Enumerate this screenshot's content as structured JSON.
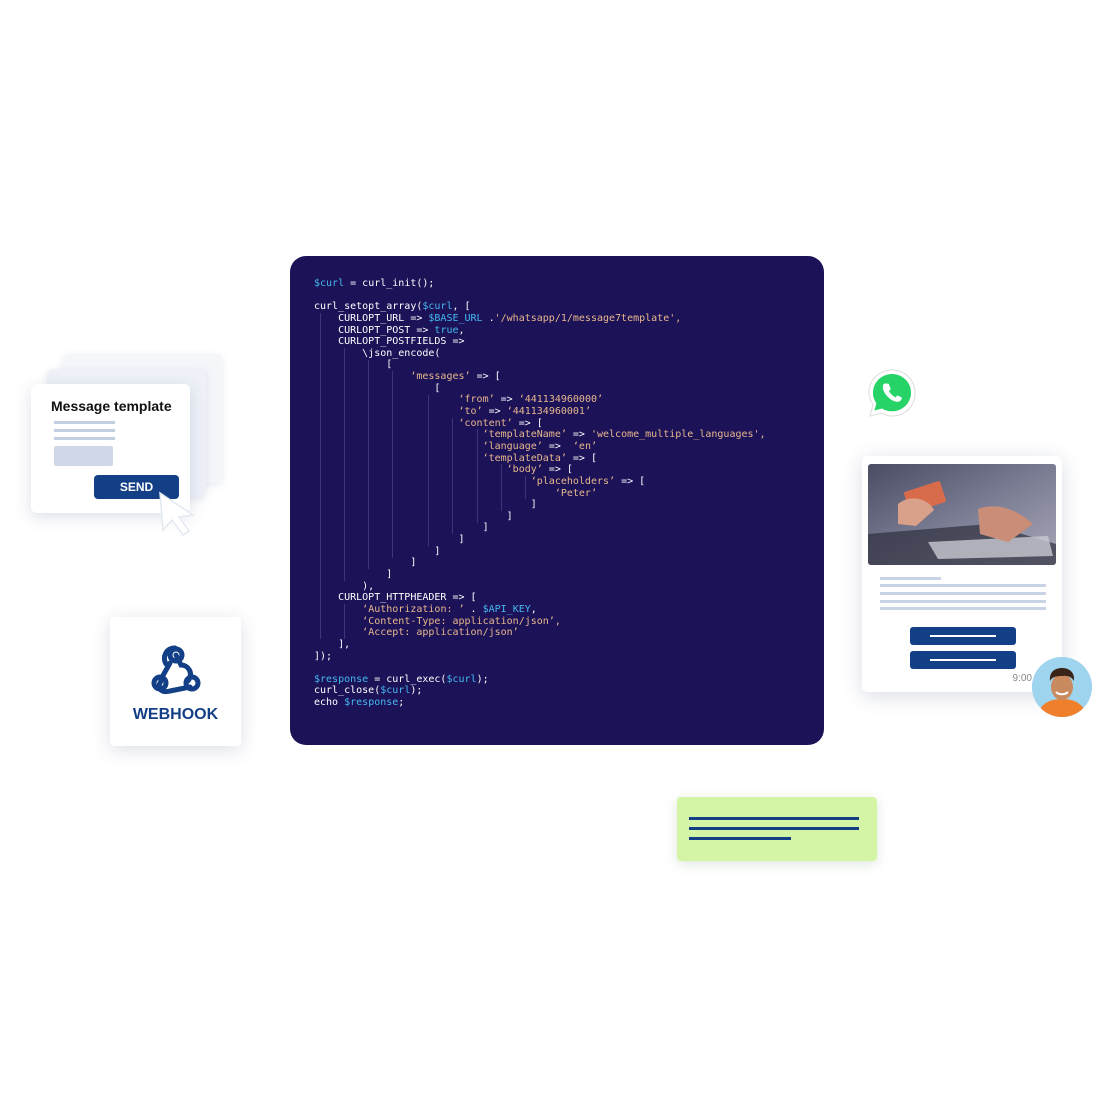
{
  "code": {
    "lines": [
      [
        {
          "t": "$curl",
          "c": "var"
        },
        {
          "t": " = curl_init();"
        }
      ],
      [],
      [
        {
          "t": "curl_setopt_array("
        },
        {
          "t": "$curl",
          "c": "var"
        },
        {
          "t": ", ["
        }
      ],
      [
        {
          "t": "    CURLOPT_URL => "
        },
        {
          "t": "$BASE_URL",
          "c": "var"
        },
        {
          "t": " ."
        },
        {
          "t": "'/whatsapp/1/message7template',",
          "c": "str"
        }
      ],
      [
        {
          "t": "    CURLOPT_POST => "
        },
        {
          "t": "true",
          "c": "var"
        },
        {
          "t": ","
        }
      ],
      [
        {
          "t": "    CURLOPT_POSTFIELDS =>"
        }
      ],
      [
        {
          "t": "        \\json_encode("
        }
      ],
      [
        {
          "t": "            ["
        }
      ],
      [
        {
          "t": "                "
        },
        {
          "t": "‘messages’",
          "c": "str"
        },
        {
          "t": " => ["
        }
      ],
      [
        {
          "t": "                    ["
        }
      ],
      [
        {
          "t": "                        "
        },
        {
          "t": "‘from’",
          "c": "str"
        },
        {
          "t": " => "
        },
        {
          "t": "‘441134960000’",
          "c": "str"
        }
      ],
      [
        {
          "t": "                        "
        },
        {
          "t": "‘to’",
          "c": "str"
        },
        {
          "t": " => "
        },
        {
          "t": "‘441134960001’",
          "c": "str"
        }
      ],
      [
        {
          "t": "                        "
        },
        {
          "t": "‘content’",
          "c": "str"
        },
        {
          "t": " => ["
        }
      ],
      [
        {
          "t": "                            "
        },
        {
          "t": "‘templateName’",
          "c": "str"
        },
        {
          "t": " => "
        },
        {
          "t": "'welcome_multiple_languages',",
          "c": "str"
        }
      ],
      [
        {
          "t": "                            "
        },
        {
          "t": "‘language’",
          "c": "str"
        },
        {
          "t": " =>  "
        },
        {
          "t": "‘en’",
          "c": "str"
        }
      ],
      [
        {
          "t": "                            "
        },
        {
          "t": "‘templateData’",
          "c": "str"
        },
        {
          "t": " => ["
        }
      ],
      [
        {
          "t": "                                "
        },
        {
          "t": "‘body’",
          "c": "str"
        },
        {
          "t": " => ["
        }
      ],
      [
        {
          "t": "                                    "
        },
        {
          "t": "‘placeholders’",
          "c": "str"
        },
        {
          "t": " => ["
        }
      ],
      [
        {
          "t": "                                        "
        },
        {
          "t": "‘Peter’",
          "c": "str"
        }
      ],
      [
        {
          "t": "                                    ]"
        }
      ],
      [
        {
          "t": "                                ]"
        }
      ],
      [
        {
          "t": "                            ]"
        }
      ],
      [
        {
          "t": "                        ]"
        }
      ],
      [
        {
          "t": "                    ]"
        }
      ],
      [
        {
          "t": "                ]"
        }
      ],
      [
        {
          "t": "            ]"
        }
      ],
      [
        {
          "t": "        ),"
        }
      ],
      [
        {
          "t": "    CURLOPT_HTTPHEADER => ["
        }
      ],
      [
        {
          "t": "        "
        },
        {
          "t": "‘Authorization: ’",
          "c": "str"
        },
        {
          "t": " . "
        },
        {
          "t": "$API_KEY",
          "c": "var"
        },
        {
          "t": ","
        }
      ],
      [
        {
          "t": "        "
        },
        {
          "t": "‘Content-Type: application/json’,",
          "c": "str"
        }
      ],
      [
        {
          "t": "        "
        },
        {
          "t": "‘Accept: application/json’",
          "c": "str"
        }
      ],
      [
        {
          "t": "    ],"
        }
      ],
      [
        {
          "t": "]);"
        }
      ],
      [],
      [
        {
          "t": "$response",
          "c": "var"
        },
        {
          "t": " = curl_exec("
        },
        {
          "t": "$curl",
          "c": "var"
        },
        {
          "t": ");"
        }
      ],
      [
        {
          "t": "curl_close("
        },
        {
          "t": "$curl",
          "c": "var"
        },
        {
          "t": ");"
        }
      ],
      [
        {
          "t": "echo "
        },
        {
          "t": "$response",
          "c": "var"
        },
        {
          "t": ";"
        }
      ]
    ]
  },
  "template_card": {
    "title": "Message template",
    "send_label": "SEND"
  },
  "webhook": {
    "label": "WEBHOOK",
    "icon": "webhook-icon"
  },
  "whatsapp": {
    "icon": "whatsapp-icon",
    "time": "9:00"
  },
  "colors": {
    "code_bg": "#1b1257",
    "accent_blue": "#123f86",
    "var": "#46b8f0",
    "string": "#e8b78e",
    "bubble_green": "#d4f4a6",
    "whatsapp_green": "#25d366"
  }
}
